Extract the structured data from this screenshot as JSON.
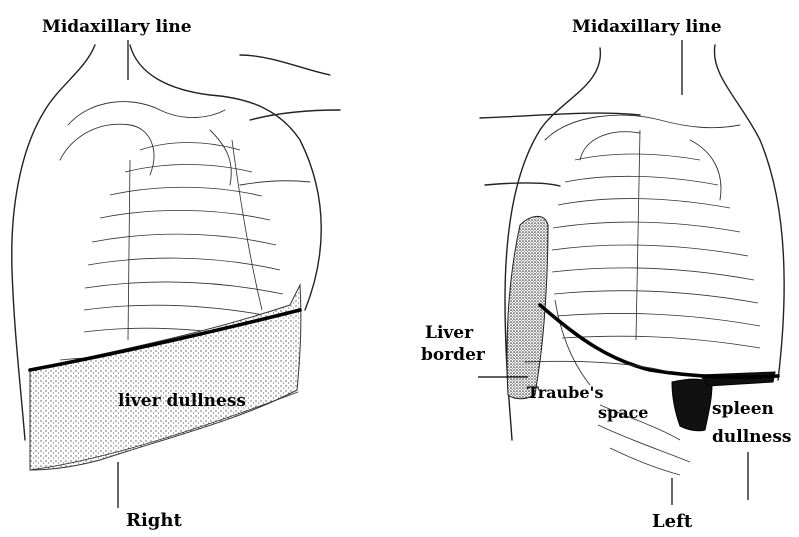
{
  "diagram": {
    "labels": {
      "right_midaxillary": "Midaxillary line",
      "left_midaxillary": "Midaxillary line",
      "liver_dullness": "liver dullness",
      "right": "Right",
      "liver_border_1": "Liver",
      "liver_border_2": "border",
      "traube_1": "Traube's",
      "traube_2": "space",
      "spleen_1": "spleen",
      "spleen_2": "dullness",
      "left": "Left"
    },
    "colors": {
      "ink": "#000000",
      "stipple": "#555555",
      "background": "#ffffff"
    }
  }
}
